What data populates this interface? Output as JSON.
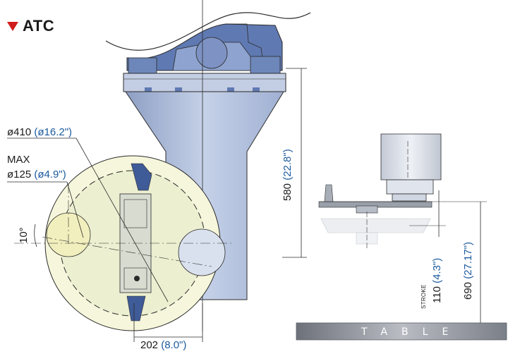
{
  "header": {
    "title": "ATC",
    "marker_color": "#d11c1c"
  },
  "dimensions": {
    "dia_outer": {
      "main": "ø410",
      "paren": "(ø16.2\")"
    },
    "max_label": "MAX",
    "dia_tool": {
      "main": "ø125",
      "paren": "(ø4.9\")"
    },
    "angle": "10°",
    "offset": {
      "main": "202",
      "paren": "(8.0\")"
    },
    "height_580": {
      "main": "580",
      "paren": "(22.8\")"
    },
    "stroke_label": "STROKE",
    "stroke": {
      "main": "110",
      "paren": "(4.3\")"
    },
    "height_690": {
      "main": "690",
      "paren": "(27.17\")"
    }
  },
  "table_label": "TABLE",
  "colors": {
    "dimension_text": "#1b1b1b",
    "inch_text": "#1c5a9e",
    "machine_blue": "#a9b9d8",
    "tool_yellow": "#f1efbd",
    "table_gray": "#8f939c"
  }
}
